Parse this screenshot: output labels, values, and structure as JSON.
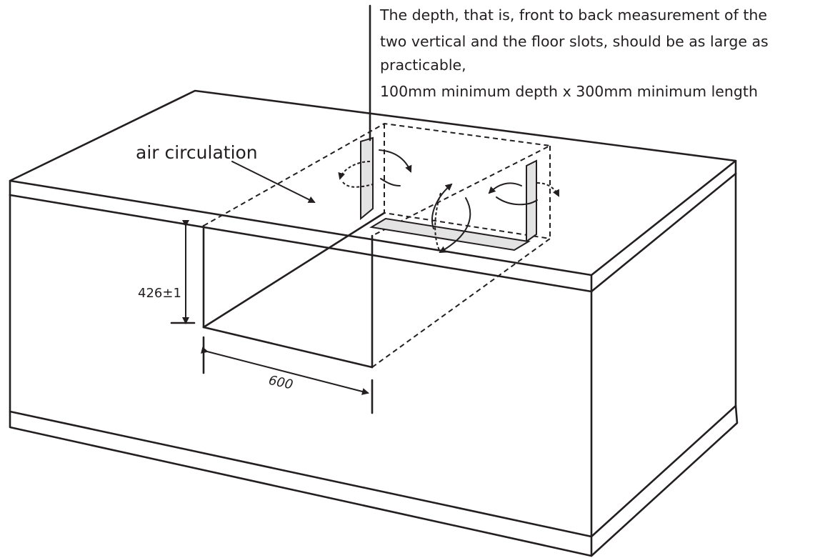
{
  "note": {
    "lines": [
      "The depth, that is, front to back measurement of the",
      "two vertical and the floor slots, should be as large as",
      "practicable,",
      "100mm minimum depth x 300mm minimum length"
    ]
  },
  "labels": {
    "air_circulation": "air circulation",
    "height_dimension": "426±1",
    "width_dimension": "600"
  },
  "colors": {
    "line": "#231f20",
    "slot_fill": "#e3e3e3",
    "background": "#ffffff"
  }
}
